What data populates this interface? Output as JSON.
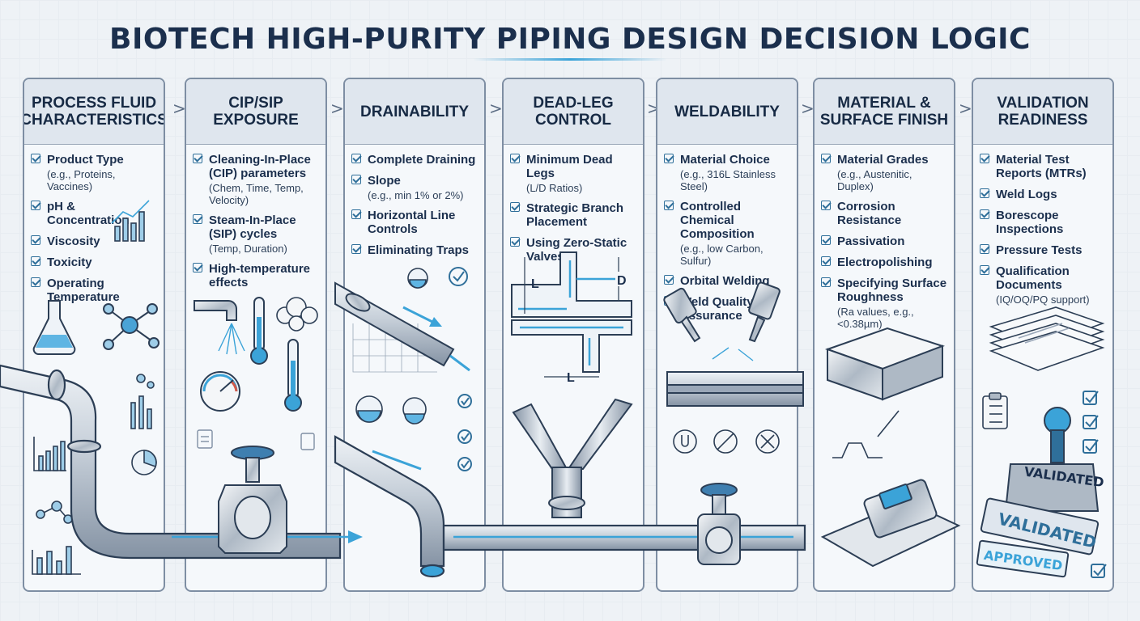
{
  "title": "BIOTECH HIGH-PURITY PIPING DESIGN DECISION LOGIC",
  "columns": [
    {
      "heading": "PROCESS FLUID\nCHARACTERISTICS",
      "items": [
        {
          "text": "Product Type",
          "sub": "(e.g., Proteins, Vaccines)"
        },
        {
          "text": "pH & Concentration",
          "sub": ""
        },
        {
          "text": "Viscosity",
          "sub": ""
        },
        {
          "text": "Toxicity",
          "sub": ""
        },
        {
          "text": "Operating Temperature",
          "sub": ""
        }
      ]
    },
    {
      "heading": "CIP/SIP\nEXPOSURE",
      "items": [
        {
          "text": "Cleaning-In-Place (CIP) parameters",
          "sub": "(Chem, Time, Temp, Velocity)"
        },
        {
          "text": "Steam-In-Place (SIP) cycles",
          "sub": "(Temp, Duration)"
        },
        {
          "text": "High-temperature effects",
          "sub": ""
        }
      ]
    },
    {
      "heading": "DRAINABILITY",
      "items": [
        {
          "text": "Complete Draining",
          "sub": ""
        },
        {
          "text": "Slope",
          "sub": "(e.g., min 1% or 2%)"
        },
        {
          "text": "Horizontal Line Controls",
          "sub": ""
        },
        {
          "text": "Eliminating Traps",
          "sub": ""
        }
      ]
    },
    {
      "heading": "DEAD-LEG\nCONTROL",
      "items": [
        {
          "text": "Minimum Dead Legs",
          "sub": "(L/D Ratios)"
        },
        {
          "text": "Strategic Branch Placement",
          "sub": ""
        },
        {
          "text": "Using Zero-Static Valves",
          "sub": ""
        }
      ]
    },
    {
      "heading": "WELDABILITY",
      "items": [
        {
          "text": "Material Choice",
          "sub": "(e.g., 316L Stainless Steel)"
        },
        {
          "text": "Controlled Chemical Composition",
          "sub": "(e.g., low Carbon, Sulfur)"
        },
        {
          "text": "Orbital Welding",
          "sub": ""
        },
        {
          "text": "Weld Quality Assurance",
          "sub": ""
        }
      ]
    },
    {
      "heading": "MATERIAL &\nSURFACE FINISH",
      "items": [
        {
          "text": "Material Grades",
          "sub": "(e.g., Austenitic, Duplex)"
        },
        {
          "text": "Corrosion Resistance",
          "sub": ""
        },
        {
          "text": "Passivation",
          "sub": ""
        },
        {
          "text": "Electropolishing",
          "sub": ""
        },
        {
          "text": "Specifying Surface Roughness",
          "sub": "(Ra values, e.g., <0.38µm)"
        }
      ]
    },
    {
      "heading": "VALIDATION\nREADINESS",
      "items": [
        {
          "text": "Material Test Reports (MTRs)",
          "sub": ""
        },
        {
          "text": "Weld Logs",
          "sub": ""
        },
        {
          "text": "Borescope Inspections",
          "sub": ""
        },
        {
          "text": "Pressure Tests",
          "sub": ""
        },
        {
          "text": "Qualification Documents",
          "sub": "(IQ/OQ/PQ support)"
        }
      ]
    }
  ],
  "diagram_labels": {
    "length": "L",
    "diameter": "D",
    "stamp_main": "VALIDATED",
    "stamp_secondary": "VALIDATED",
    "stamp_approved": "APPROVED"
  },
  "colors": {
    "accent": "#3ba3d8",
    "pipe": "#b9c4cf",
    "outline": "#2c3e55"
  },
  "icons": [
    "flask-icon",
    "molecule-icon",
    "bar-chart-icon",
    "pie-chart-icon",
    "faucet-icon",
    "thermometer-icon",
    "pressure-gauge-icon",
    "steam-icon",
    "checkmark-icon",
    "pipe-icon",
    "valve-icon",
    "welding-torch-icon",
    "metal-block-icon",
    "profilometer-icon",
    "documents-icon",
    "clipboard-icon",
    "stamp-icon"
  ]
}
